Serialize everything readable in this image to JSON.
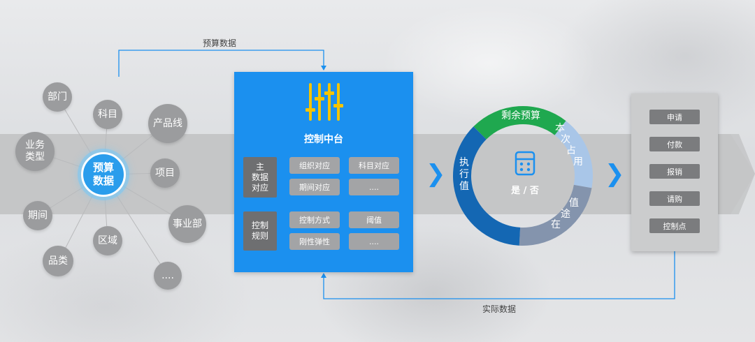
{
  "hub": {
    "label_line1": "预算",
    "label_line2": "数据"
  },
  "dimensions": [
    {
      "key": "dept",
      "line1": "部门",
      "line2": ""
    },
    {
      "key": "subject",
      "line1": "科目",
      "line2": ""
    },
    {
      "key": "product_line",
      "line1": "产品线",
      "line2": ""
    },
    {
      "key": "biz_type",
      "line1": "业务",
      "line2": "类型"
    },
    {
      "key": "project",
      "line1": "项目",
      "line2": ""
    },
    {
      "key": "period",
      "line1": "期间",
      "line2": ""
    },
    {
      "key": "business_unit",
      "line1": "事业部",
      "line2": ""
    },
    {
      "key": "region",
      "line1": "区域",
      "line2": ""
    },
    {
      "key": "category",
      "line1": "品类",
      "line2": ""
    },
    {
      "key": "more",
      "line1": "....",
      "line2": ""
    }
  ],
  "connectors": {
    "top_label": "预算数据",
    "bottom_label": "实际数据"
  },
  "control_panel": {
    "title": "控制中台",
    "icon": "sliders-icon",
    "groups": [
      {
        "label_lines": [
          "主",
          "数据",
          "对应"
        ],
        "chips": [
          "组织对应",
          "科目对应",
          "期间对应",
          "...."
        ]
      },
      {
        "label_lines": [
          "控制",
          "规则"
        ],
        "chips": [
          "控制方式",
          "阈值",
          "刚性弹性",
          "...."
        ]
      }
    ]
  },
  "ring": {
    "center_icon": "calculator-icon",
    "center_text": "是 / 否",
    "segments": [
      {
        "key": "remaining",
        "label": "剩余预算",
        "color": "#1fa84f"
      },
      {
        "key": "occupied",
        "label_chars": [
          "本",
          "次",
          "占",
          "用"
        ],
        "color": "#a9c6e8"
      },
      {
        "key": "in_transit",
        "label_chars": [
          "值",
          "途",
          "在"
        ],
        "color": "#8494ad"
      },
      {
        "key": "executed",
        "label_chars": [
          "执",
          "行",
          "值"
        ],
        "color": "#1467b3"
      }
    ]
  },
  "actions": [
    "申请",
    "付款",
    "报销",
    "请购",
    "控制点"
  ],
  "colors": {
    "accent": "#1b90ef",
    "hub": "#2a9dec",
    "node": "#9b9c9e"
  }
}
